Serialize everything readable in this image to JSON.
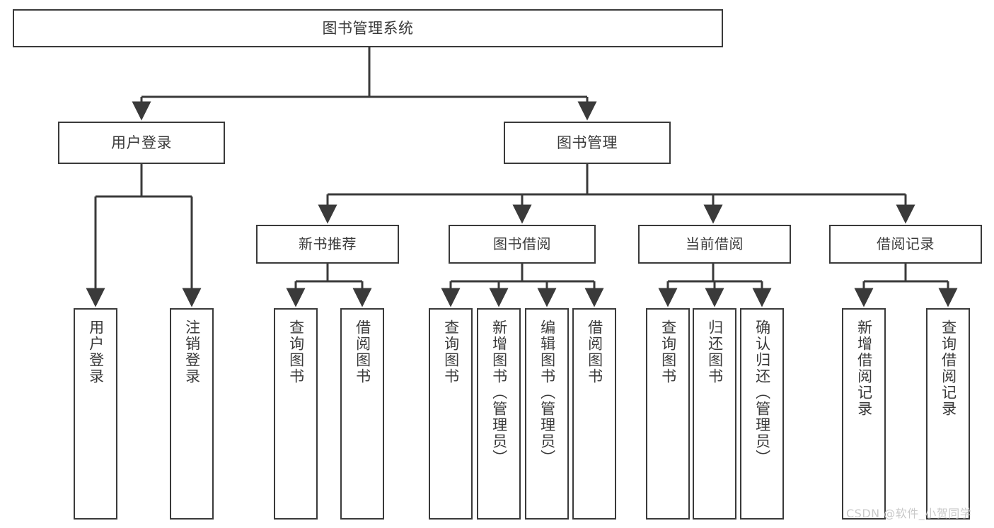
{
  "diagram": {
    "title": "图书管理系统",
    "type": "hierarchy-tree",
    "root": {
      "id": "root",
      "label": "图书管理系统"
    },
    "level2": [
      {
        "id": "user-login",
        "label": "用户登录"
      },
      {
        "id": "book-management",
        "label": "图书管理"
      }
    ],
    "level3": [
      {
        "id": "new-book-recommend",
        "label": "新书推荐",
        "parent": "book-management"
      },
      {
        "id": "book-borrow",
        "label": "图书借阅",
        "parent": "book-management"
      },
      {
        "id": "current-borrow",
        "label": "当前借阅",
        "parent": "book-management"
      },
      {
        "id": "borrow-record",
        "label": "借阅记录",
        "parent": "book-management"
      }
    ],
    "leaves": [
      {
        "id": "leaf-user-login",
        "label": "用户登录",
        "parent": "user-login"
      },
      {
        "id": "leaf-logout",
        "label": "注销登录",
        "parent": "user-login"
      },
      {
        "id": "leaf-query-book-1",
        "label": "查询图书",
        "parent": "new-book-recommend"
      },
      {
        "id": "leaf-borrow-book-1",
        "label": "借阅图书",
        "parent": "new-book-recommend"
      },
      {
        "id": "leaf-query-book-2",
        "label": "查询图书",
        "parent": "book-borrow"
      },
      {
        "id": "leaf-add-book",
        "label": "新增图书（管理员）",
        "parent": "book-borrow"
      },
      {
        "id": "leaf-edit-book",
        "label": "编辑图书（管理员）",
        "parent": "book-borrow"
      },
      {
        "id": "leaf-borrow-book-2",
        "label": "借阅图书",
        "parent": "book-borrow"
      },
      {
        "id": "leaf-query-book-3",
        "label": "查询图书",
        "parent": "current-borrow"
      },
      {
        "id": "leaf-return-book",
        "label": "归还图书",
        "parent": "current-borrow"
      },
      {
        "id": "leaf-confirm-return",
        "label": "确认归还（管理员）",
        "parent": "current-borrow"
      },
      {
        "id": "leaf-add-record",
        "label": "新增借阅记录",
        "parent": "borrow-record"
      },
      {
        "id": "leaf-query-record",
        "label": "查询借阅记录",
        "parent": "borrow-record"
      }
    ]
  },
  "watermark": {
    "text": "CSDN @软件_小贺同学"
  },
  "colors": {
    "stroke": "#3a3a3a",
    "background": "#ffffff",
    "text": "#3a3a3a",
    "watermark": "#c9c9c9"
  }
}
